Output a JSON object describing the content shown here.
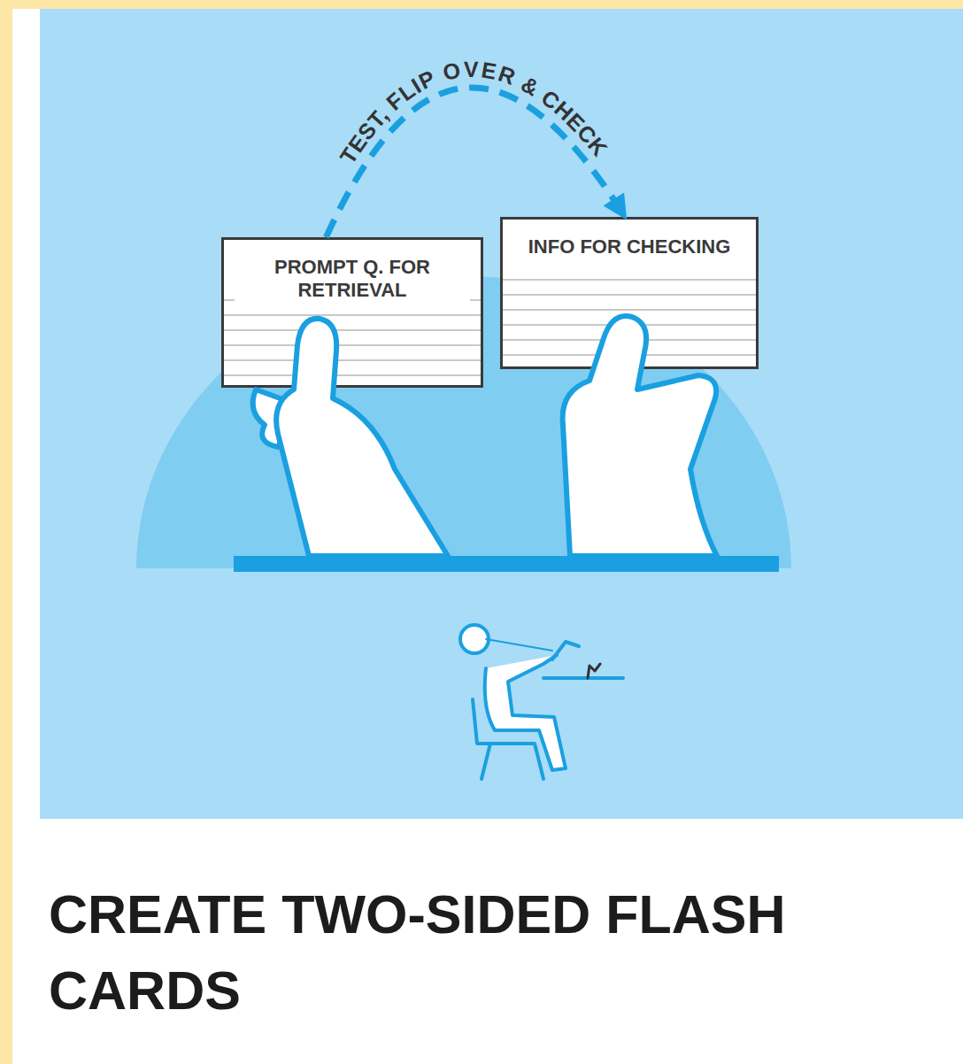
{
  "diagram": {
    "title": "CREATE TWO-SIDED FLASH CARDS",
    "nodes": [
      {
        "text": [
          "PROMPT Q. FOR RETRIEVAL"
        ]
      },
      {
        "text": [
          "INFO FOR CHECKING"
        ]
      }
    ],
    "edges": [
      {
        "from": 0,
        "to": 1,
        "label": "TEST, FLIP OVER & CHECK",
        "arrow": "to"
      }
    ]
  }
}
